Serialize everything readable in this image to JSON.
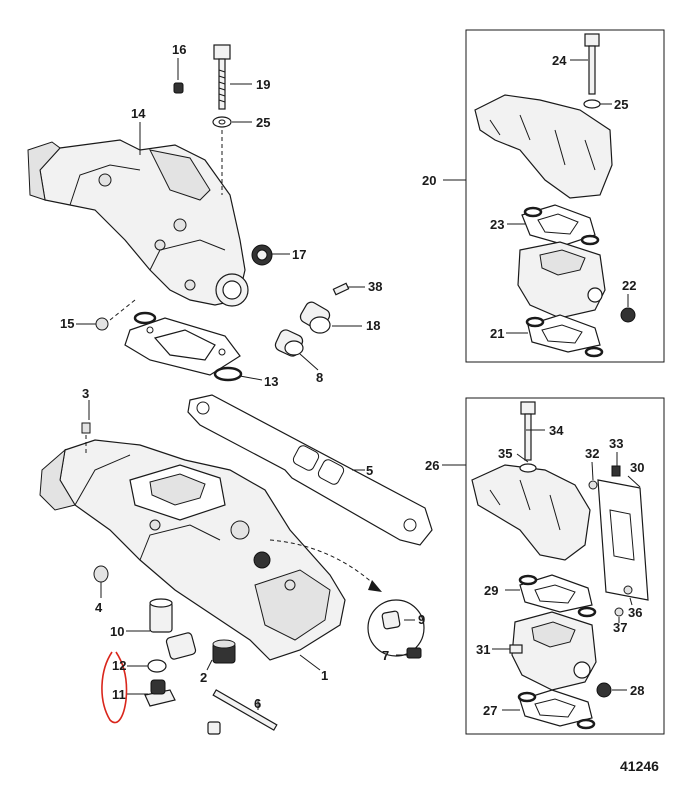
{
  "figure_number": "41246",
  "part_labels": {
    "p1": "1",
    "p2": "2",
    "p3": "3",
    "p4": "4",
    "p5": "5",
    "p6": "6",
    "p7": "7",
    "p8": "8",
    "p9": "9",
    "p10": "10",
    "p11": "11",
    "p12": "12",
    "p13": "13",
    "p14": "14",
    "p15": "15",
    "p16": "16",
    "p17": "17",
    "p18": "18",
    "p19": "19",
    "p20": "20",
    "p21": "21",
    "p22": "22",
    "p23": "23",
    "p24": "24",
    "p25": "25",
    "p25b": "25",
    "p26": "26",
    "p27": "27",
    "p28": "28",
    "p29": "29",
    "p30": "30",
    "p31": "31",
    "p32": "32",
    "p33": "33",
    "p34": "34",
    "p35": "35",
    "p36": "36",
    "p37": "37",
    "p38": "38"
  },
  "colors": {
    "line": "#1a1a1a",
    "highlight_markup": "#d9261c"
  }
}
